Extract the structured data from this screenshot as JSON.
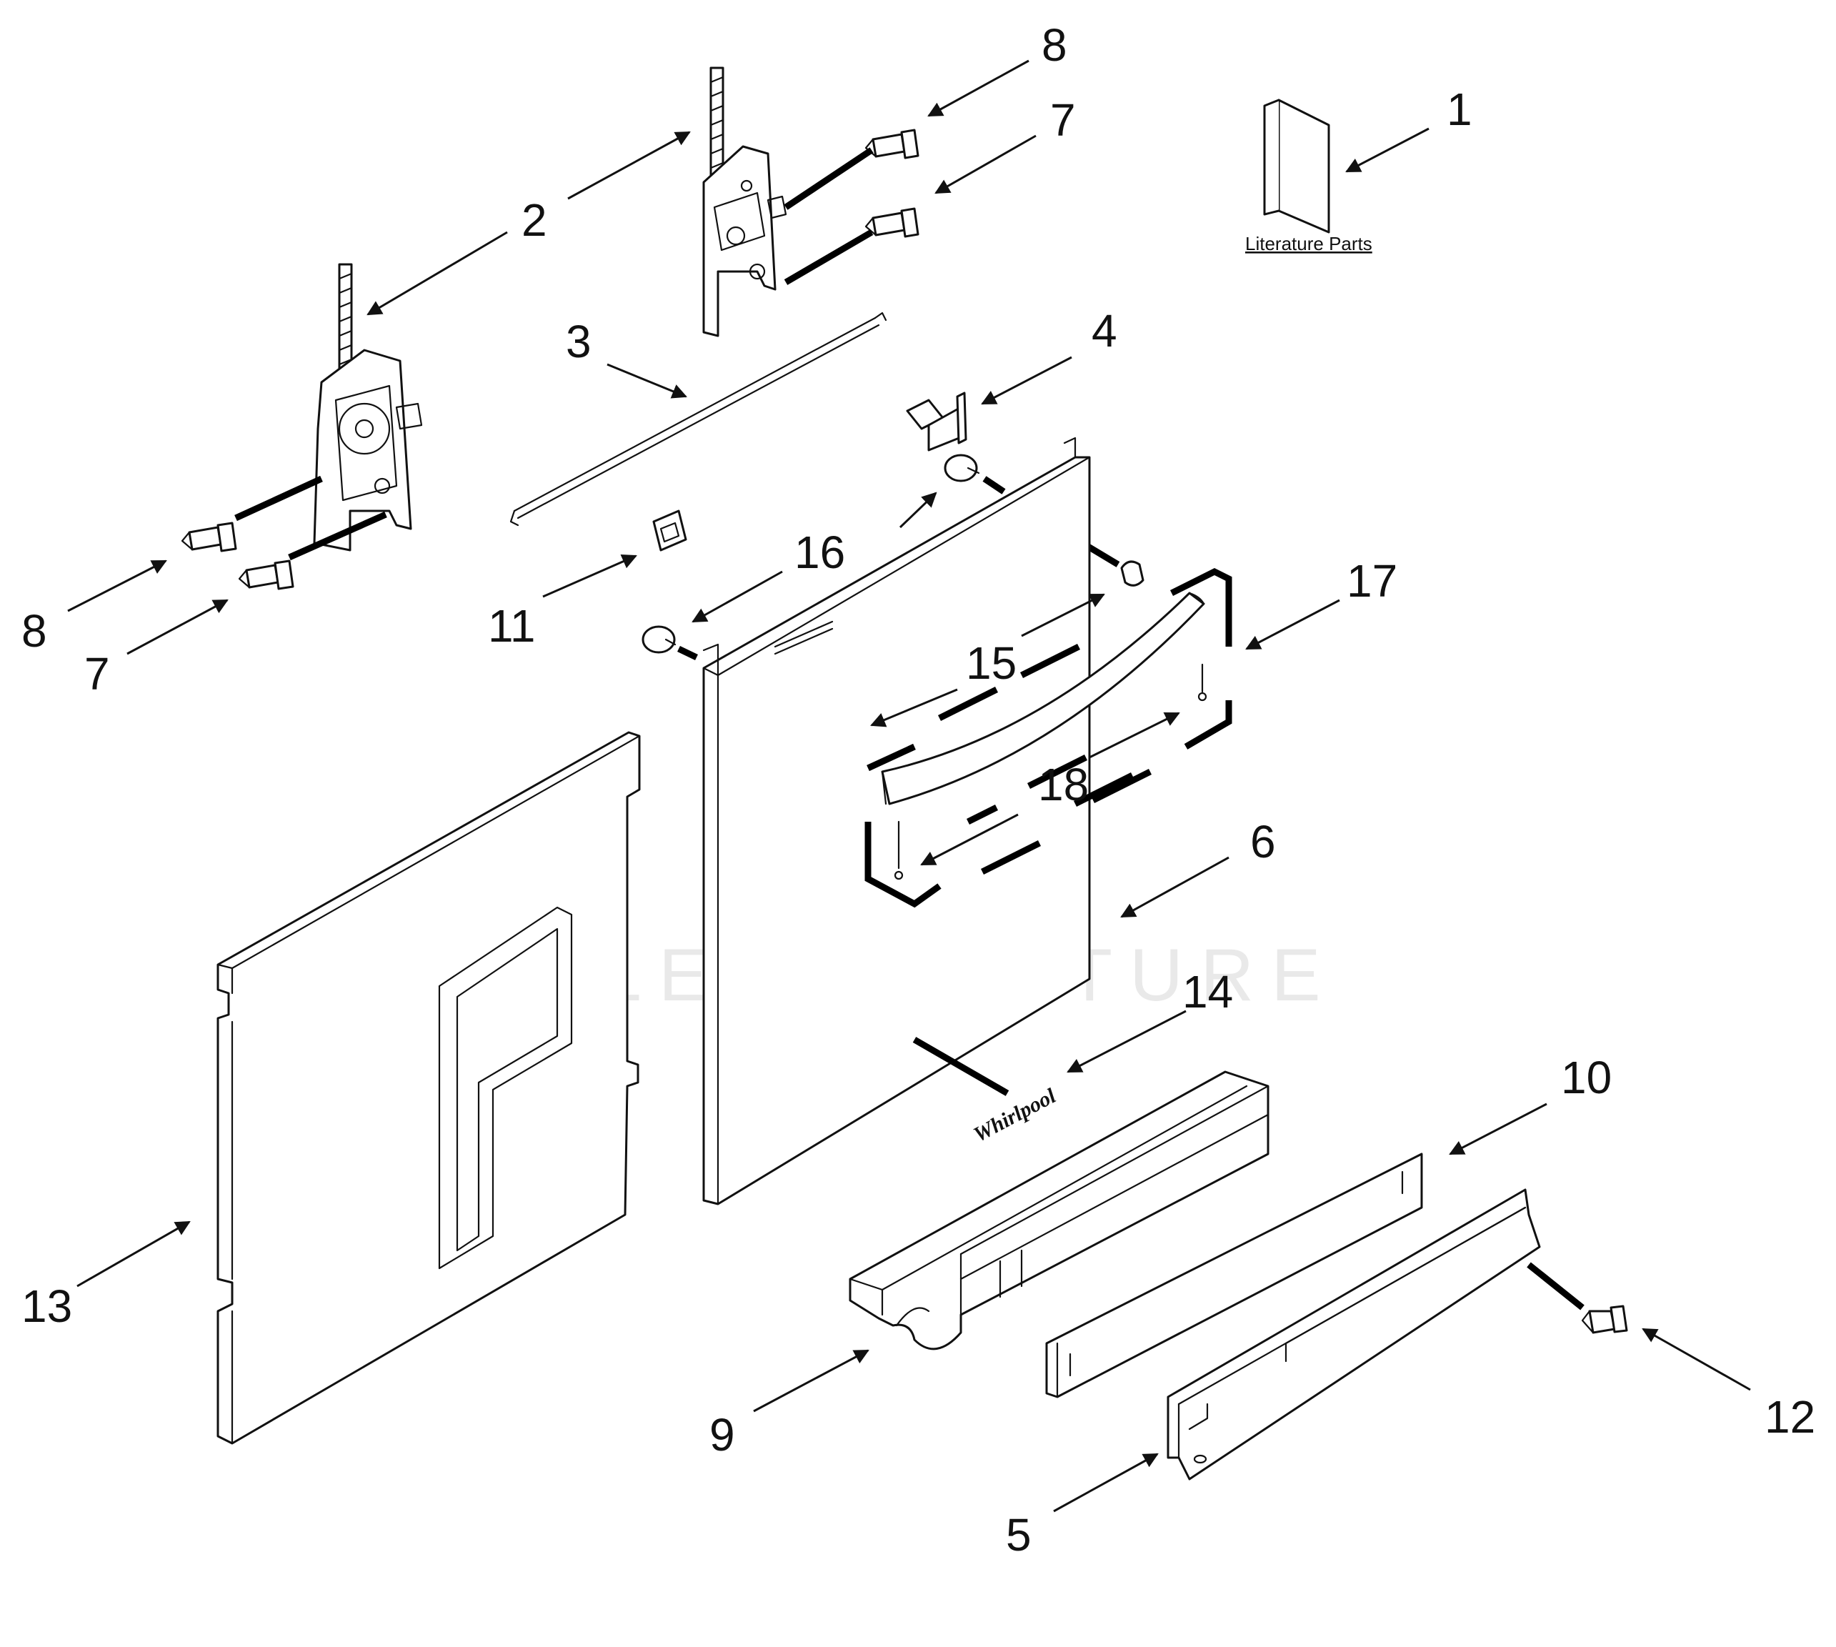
{
  "callouts": {
    "c1": "1",
    "c2": "2",
    "c3": "3",
    "c4": "4",
    "c5": "5",
    "c6": "6",
    "c7a": "7",
    "c7b": "7",
    "c8a": "8",
    "c8b": "8",
    "c9": "9",
    "c10": "10",
    "c11": "11",
    "c12": "12",
    "c13": "13",
    "c14": "14",
    "c15": "15",
    "c16": "16",
    "c17": "17",
    "c18": "18"
  },
  "literature_label": "Literature Parts",
  "watermark": "LEADVENTURE",
  "brand_logo": "Whirlpool",
  "colors": {
    "line": "#111111",
    "background": "#ffffff",
    "watermark": "#e9e9e9"
  }
}
